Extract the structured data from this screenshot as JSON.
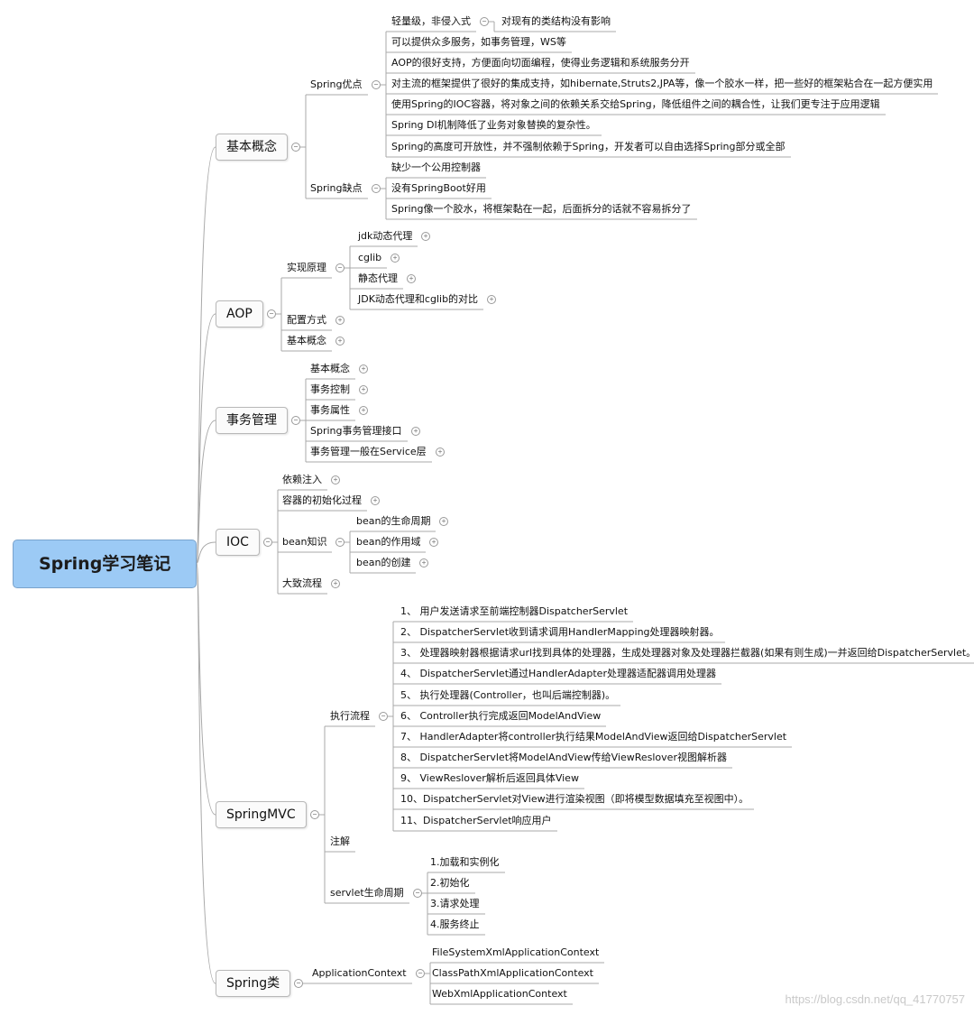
{
  "root": "Spring学习笔记",
  "branches": [
    {
      "label": "基本概念",
      "children": [
        {
          "label": "Spring优点",
          "children": [
            {
              "label": "轻量级，非侵入式",
              "children": [
                {
                  "label": "对现有的类结构没有影响"
                }
              ]
            },
            {
              "label": "可以提供众多服务，如事务管理，WS等"
            },
            {
              "label": "AOP的很好支持，方便面向切面编程，使得业务逻辑和系统服务分开"
            },
            {
              "label": "对主流的框架提供了很好的集成支持，如hibernate,Struts2,JPA等，像一个胶水一样，把一些好的框架粘合在一起方便实用"
            },
            {
              "label": "使用Spring的IOC容器，将对象之间的依赖关系交给Spring，降低组件之间的耦合性，让我们更专注于应用逻辑"
            },
            {
              "label": "Spring DI机制降低了业务对象替换的复杂性。"
            },
            {
              "label": "Spring的高度可开放性，并不强制依赖于Spring，开发者可以自由选择Spring部分或全部"
            }
          ]
        },
        {
          "label": "Spring缺点",
          "children": [
            {
              "label": "缺少一个公用控制器"
            },
            {
              "label": "没有SpringBoot好用"
            },
            {
              "label": "Spring像一个胶水，将框架黏在一起，后面拆分的话就不容易拆分了"
            }
          ]
        }
      ]
    },
    {
      "label": "AOP",
      "children": [
        {
          "label": "实现原理",
          "children": [
            {
              "label": "jdk动态代理",
              "collapsed": true
            },
            {
              "label": "cglib",
              "collapsed": true
            },
            {
              "label": "静态代理",
              "collapsed": true
            },
            {
              "label": "JDK动态代理和cglib的对比",
              "collapsed": true
            }
          ]
        },
        {
          "label": "配置方式",
          "collapsed": true
        },
        {
          "label": "基本概念",
          "collapsed": true
        }
      ]
    },
    {
      "label": "事务管理",
      "children": [
        {
          "label": "基本概念",
          "collapsed": true
        },
        {
          "label": "事务控制",
          "collapsed": true
        },
        {
          "label": "事务属性",
          "collapsed": true
        },
        {
          "label": "Spring事务管理接口",
          "collapsed": true
        },
        {
          "label": "事务管理一般在Service层",
          "collapsed": true
        }
      ]
    },
    {
      "label": "IOC",
      "children": [
        {
          "label": "依赖注入",
          "collapsed": true
        },
        {
          "label": "容器的初始化过程",
          "collapsed": true
        },
        {
          "label": "bean知识",
          "children": [
            {
              "label": "bean的生命周期",
              "collapsed": true
            },
            {
              "label": "bean的作用域",
              "collapsed": true
            },
            {
              "label": "bean的创建",
              "collapsed": true
            }
          ]
        },
        {
          "label": "大致流程",
          "collapsed": true
        }
      ]
    },
    {
      "label": "SpringMVC",
      "children": [
        {
          "label": "执行流程",
          "children": [
            {
              "label": "1、 用户发送请求至前端控制器DispatcherServlet"
            },
            {
              "label": "2、 DispatcherServlet收到请求调用HandlerMapping处理器映射器。"
            },
            {
              "label": "3、 处理器映射器根据请求url找到具体的处理器，生成处理器对象及处理器拦截器(如果有则生成)一并返回给DispatcherServlet。"
            },
            {
              "label": "4、 DispatcherServlet通过HandlerAdapter处理器适配器调用处理器"
            },
            {
              "label": "5、 执行处理器(Controller，也叫后端控制器)。"
            },
            {
              "label": "6、 Controller执行完成返回ModelAndView"
            },
            {
              "label": "7、 HandlerAdapter将controller执行结果ModelAndView返回给DispatcherServlet"
            },
            {
              "label": "8、 DispatcherServlet将ModelAndView传给ViewReslover视图解析器"
            },
            {
              "label": "9、 ViewReslover解析后返回具体View"
            },
            {
              "label": "10、DispatcherServlet对View进行渲染视图（即将模型数据填充至视图中）。"
            },
            {
              "label": "11、DispatcherServlet响应用户"
            }
          ]
        },
        {
          "label": "注解"
        },
        {
          "label": "servlet生命周期",
          "children": [
            {
              "label": "1.加载和实例化"
            },
            {
              "label": "2.初始化"
            },
            {
              "label": "3.请求处理"
            },
            {
              "label": "4.服务终止"
            }
          ]
        }
      ]
    },
    {
      "label": "Spring类",
      "children": [
        {
          "label": "ApplicationContext",
          "children": [
            {
              "label": "FileSystemXmlApplicationContext"
            },
            {
              "label": "ClassPathXmlApplicationContext"
            },
            {
              "label": "WebXmlApplicationContext"
            }
          ]
        }
      ]
    }
  ],
  "watermark": "https://blog.csdn.net/qq_41770757",
  "colors": {
    "root_fill": "#9ccaf5",
    "line": "#a9a9a9",
    "background": "#ffffff"
  }
}
